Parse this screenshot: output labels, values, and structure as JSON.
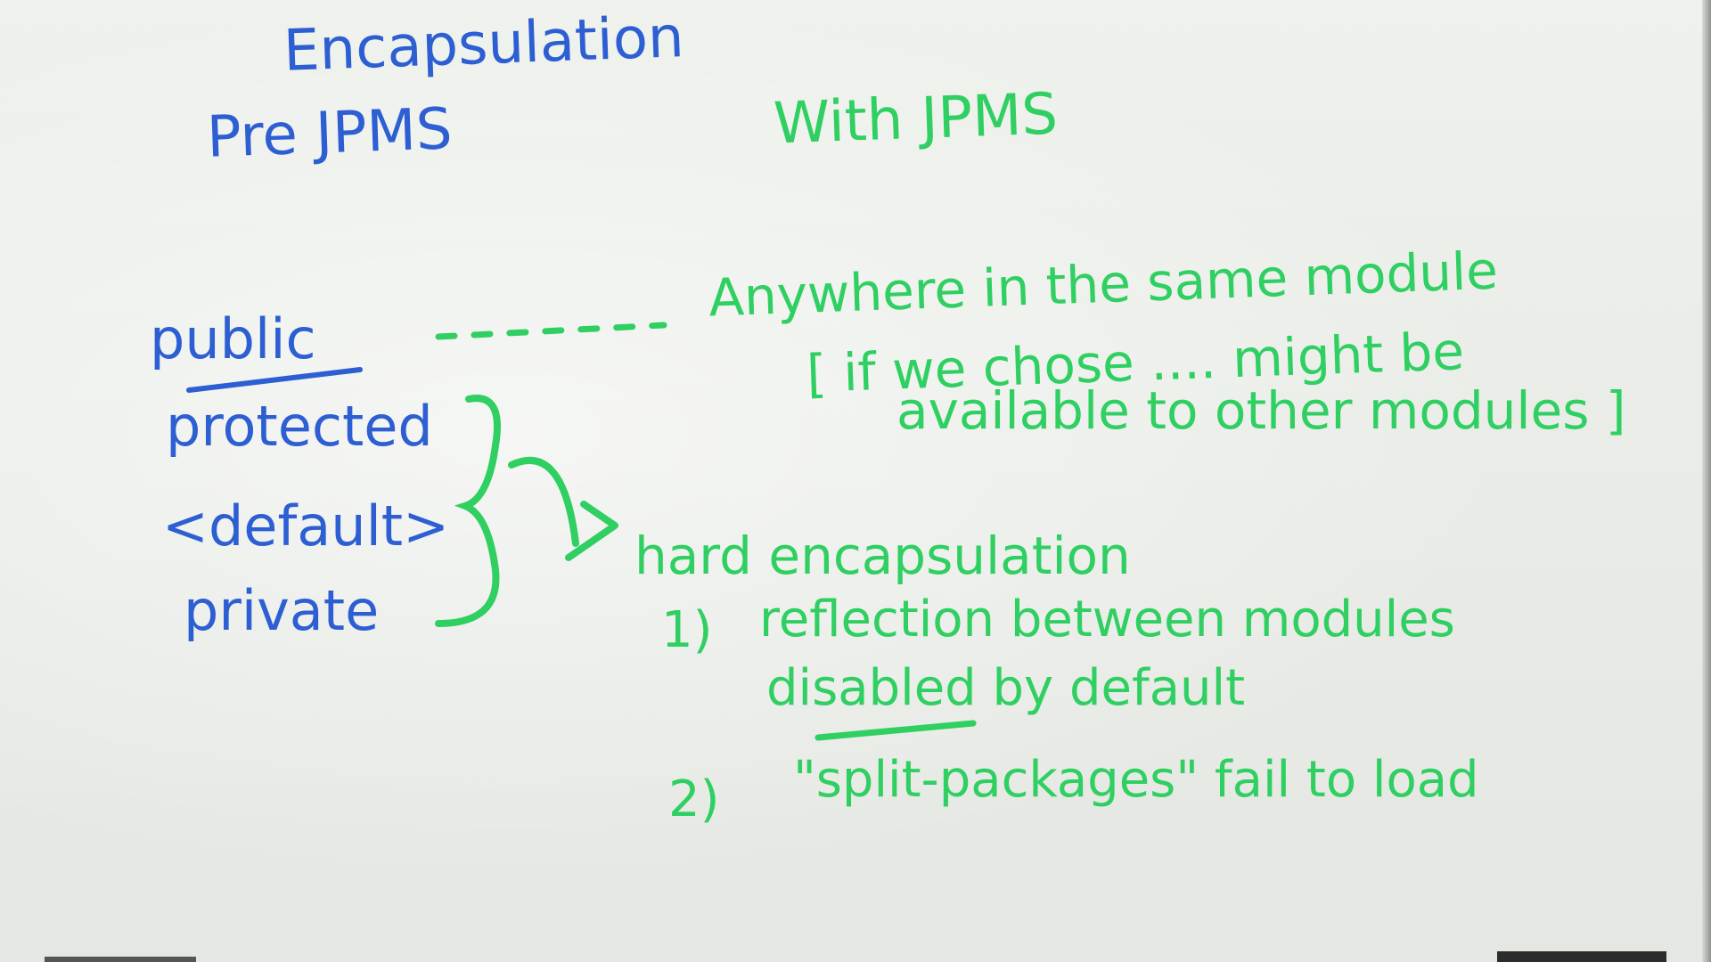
{
  "whiteboard": {
    "header": {
      "title": "Encapsulation",
      "left_column": "Pre JPMS",
      "right_column": "With JPMS"
    },
    "modifiers": [
      "public",
      "protected",
      "<default>",
      "private"
    ],
    "public_desc": {
      "line1": "Anywhere in the same module",
      "line2": "[ if we chose .... might be",
      "line3": "available to other modules ]"
    },
    "hard": {
      "heading": "hard encapsulation",
      "item1_num": "1)",
      "item1_line1": "reflection between modules",
      "item1_line2": "disabled by default",
      "item2_num": "2)",
      "item2_text": "\"split-packages\" fail to load"
    }
  }
}
